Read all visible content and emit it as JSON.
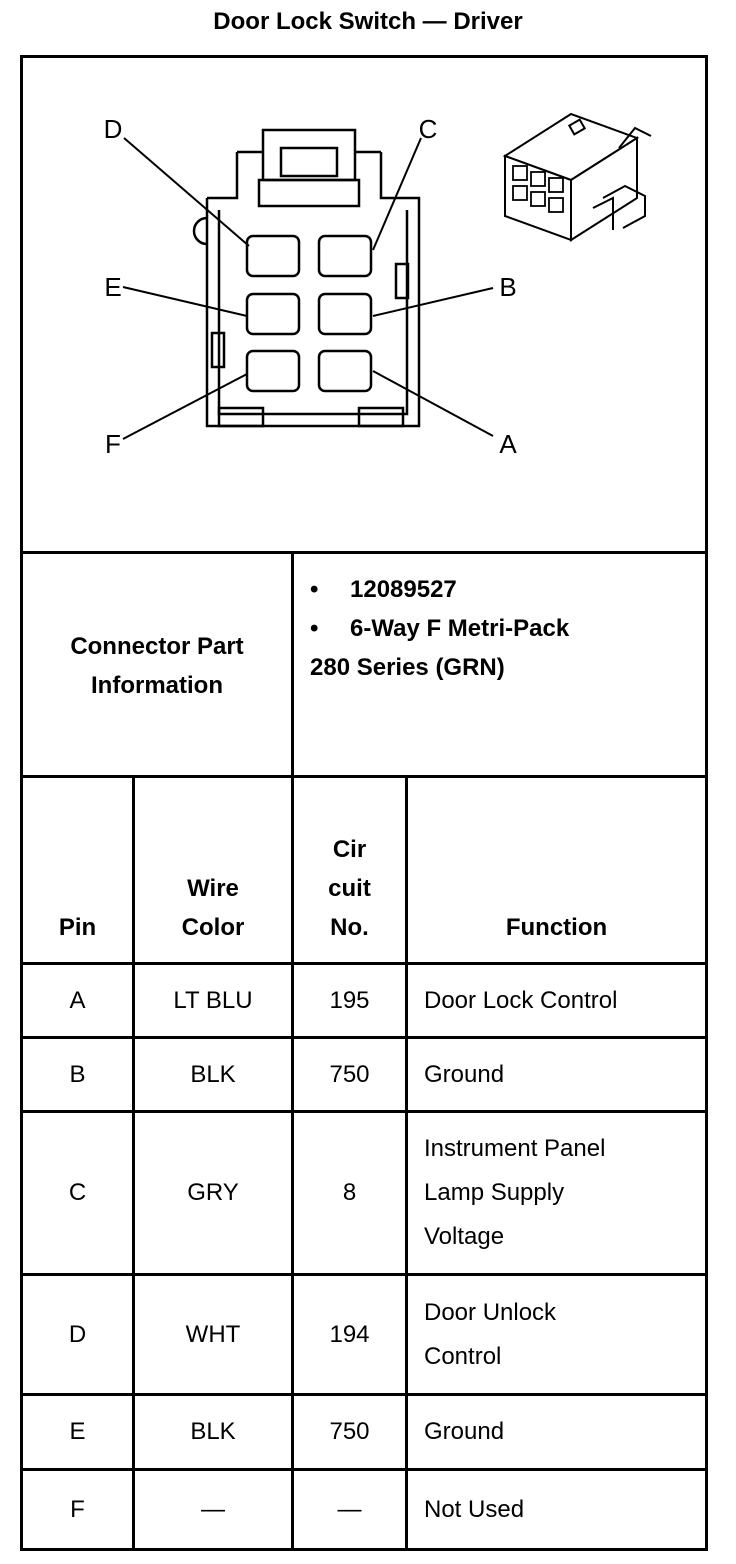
{
  "title": "Door Lock Switch — Driver",
  "diagram": {
    "pin_labels": [
      "D",
      "C",
      "E",
      "B",
      "F",
      "A"
    ],
    "connector_icon": "connector-housing-icon"
  },
  "connector_info": {
    "label": "Connector Part Information",
    "bullets": [
      "12089527",
      "6-Way F Metri-Pack"
    ],
    "continuation": "280 Series (GRN)",
    "bullet_char": "•"
  },
  "table": {
    "headers": {
      "pin": "Pin",
      "wire_color": "Wire Color",
      "circuit": "Cir cuit No.",
      "function": "Function"
    },
    "rows": [
      {
        "pin": "A",
        "wire": "LT BLU",
        "circuit": "195",
        "function": "Door Lock Control"
      },
      {
        "pin": "B",
        "wire": "BLK",
        "circuit": "750",
        "function": "Ground"
      },
      {
        "pin": "C",
        "wire": "GRY",
        "circuit": "8",
        "function": "Instrument Panel Lamp Supply Voltage"
      },
      {
        "pin": "D",
        "wire": "WHT",
        "circuit": "194",
        "function": "Door Unlock Control"
      },
      {
        "pin": "E",
        "wire": "BLK",
        "circuit": "750",
        "function": "Ground"
      },
      {
        "pin": "F",
        "wire": "—",
        "circuit": "—",
        "function": "Not Used"
      }
    ]
  }
}
